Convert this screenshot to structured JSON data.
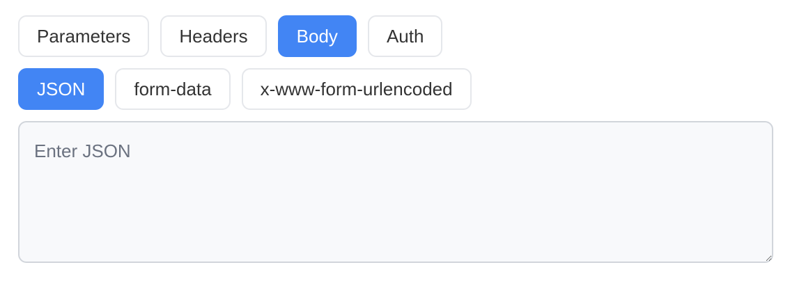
{
  "request_tabs": [
    {
      "label": "Parameters",
      "active": false
    },
    {
      "label": "Headers",
      "active": false
    },
    {
      "label": "Body",
      "active": true
    },
    {
      "label": "Auth",
      "active": false
    }
  ],
  "body_types": [
    {
      "label": "JSON",
      "active": true
    },
    {
      "label": "form-data",
      "active": false
    },
    {
      "label": "x-www-form-urlencoded",
      "active": false
    }
  ],
  "editor": {
    "value": "",
    "placeholder": "Enter JSON"
  },
  "colors": {
    "accent": "#4285f4",
    "border": "#e5e7eb",
    "editor_background": "#f8f9fb",
    "placeholder": "#6b7280"
  }
}
